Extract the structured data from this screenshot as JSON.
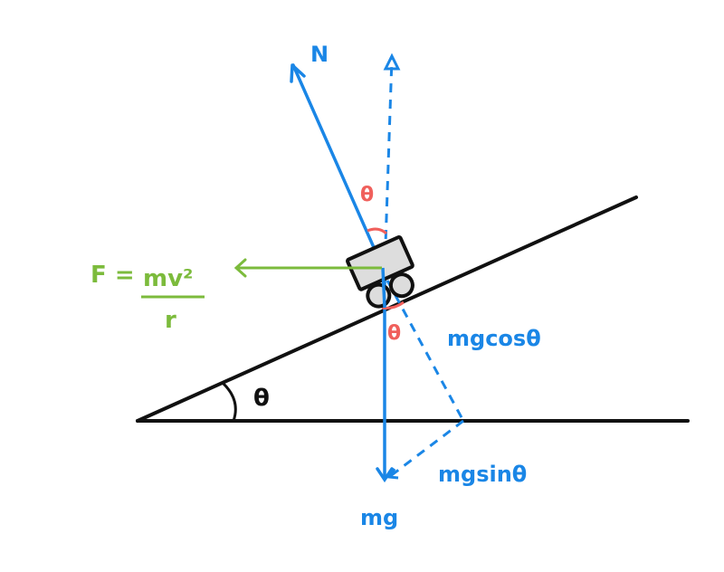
{
  "labels": {
    "normal": "N",
    "theta_upper": "θ",
    "theta_lower": "θ",
    "theta_incline": "θ",
    "force_lhs": "F =",
    "force_numerator": "mv²",
    "force_denominator": "r",
    "mgcos": "mgcosθ",
    "mgsin": "mgsinθ",
    "weight": "mg"
  },
  "colors": {
    "blue": "#1a86e6",
    "green": "#7cbb3c",
    "red": "#f0605c",
    "black": "#111111",
    "cart_fill": "#dddddd"
  }
}
